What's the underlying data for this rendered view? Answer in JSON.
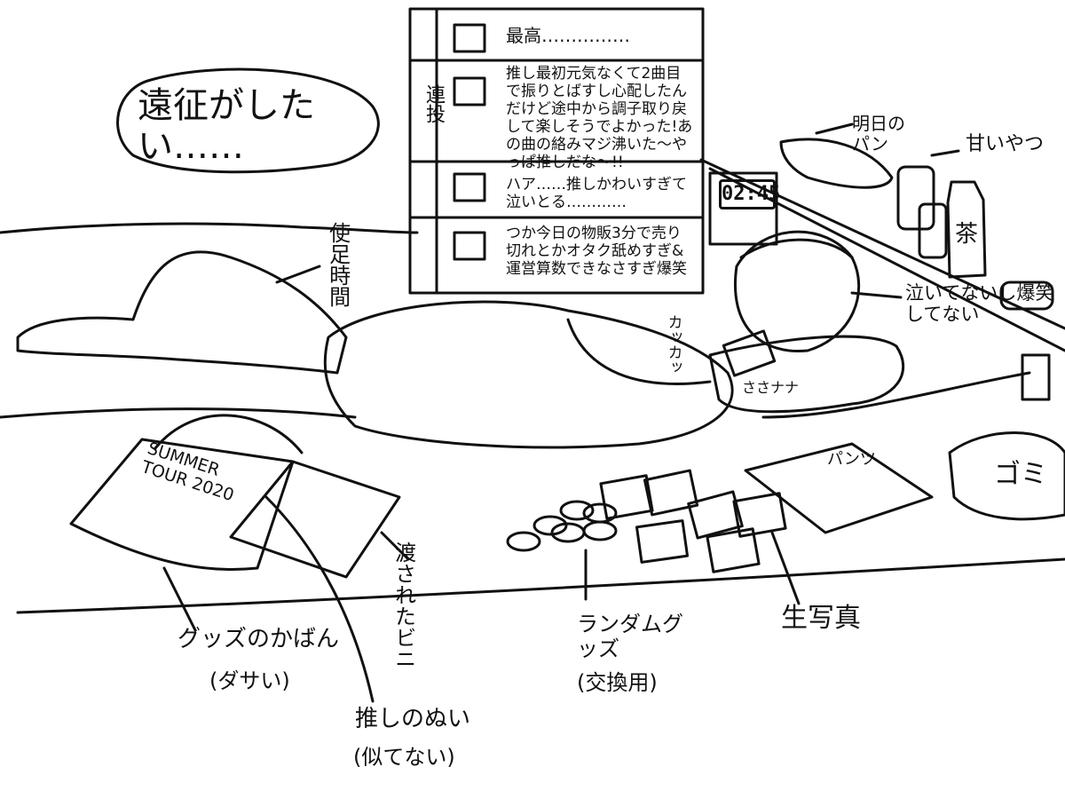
{
  "bubble": {
    "text": "遠征がしたい……"
  },
  "chat": {
    "side_label": "連投",
    "messages": [
      "最高……………",
      "推し最初元気なくて2曲目で振りとばすし心配したんだけど途中から調子取り戻して楽しそうでよかった!あの曲の絡みマジ沸いた〜やっぱ推しだな〜!!",
      "ハア……推しかわいすぎて泣いとる…………",
      "つか今日の物販3分で売り切れとかオタク舐めすぎ&運営算数できなさすぎ爆笑"
    ]
  },
  "labels": {
    "sore_time": "使足時間",
    "bread_tomorrow": "明日のパン",
    "sweet_drink": "甘いやつ",
    "tea": "茶",
    "not_crying": "泣いてないし爆笑してない",
    "typing_sound": "カッカッ",
    "sweat_sound": "ささナナ",
    "trash": "ゴミ",
    "pants": "パンツ",
    "photos": "生写真",
    "random_goods": "ランダムグッズ",
    "for_trade": "(交換用)",
    "handed_bag": "渡されたビニ",
    "goods_bag": "グッズのかばん",
    "lame": "(ダサい)",
    "oshi_plush": "推しのぬい",
    "not_alike": "(似てない)",
    "tour_bag": "SUMMER TOUR 2020"
  },
  "clock": {
    "time": "02:45"
  }
}
